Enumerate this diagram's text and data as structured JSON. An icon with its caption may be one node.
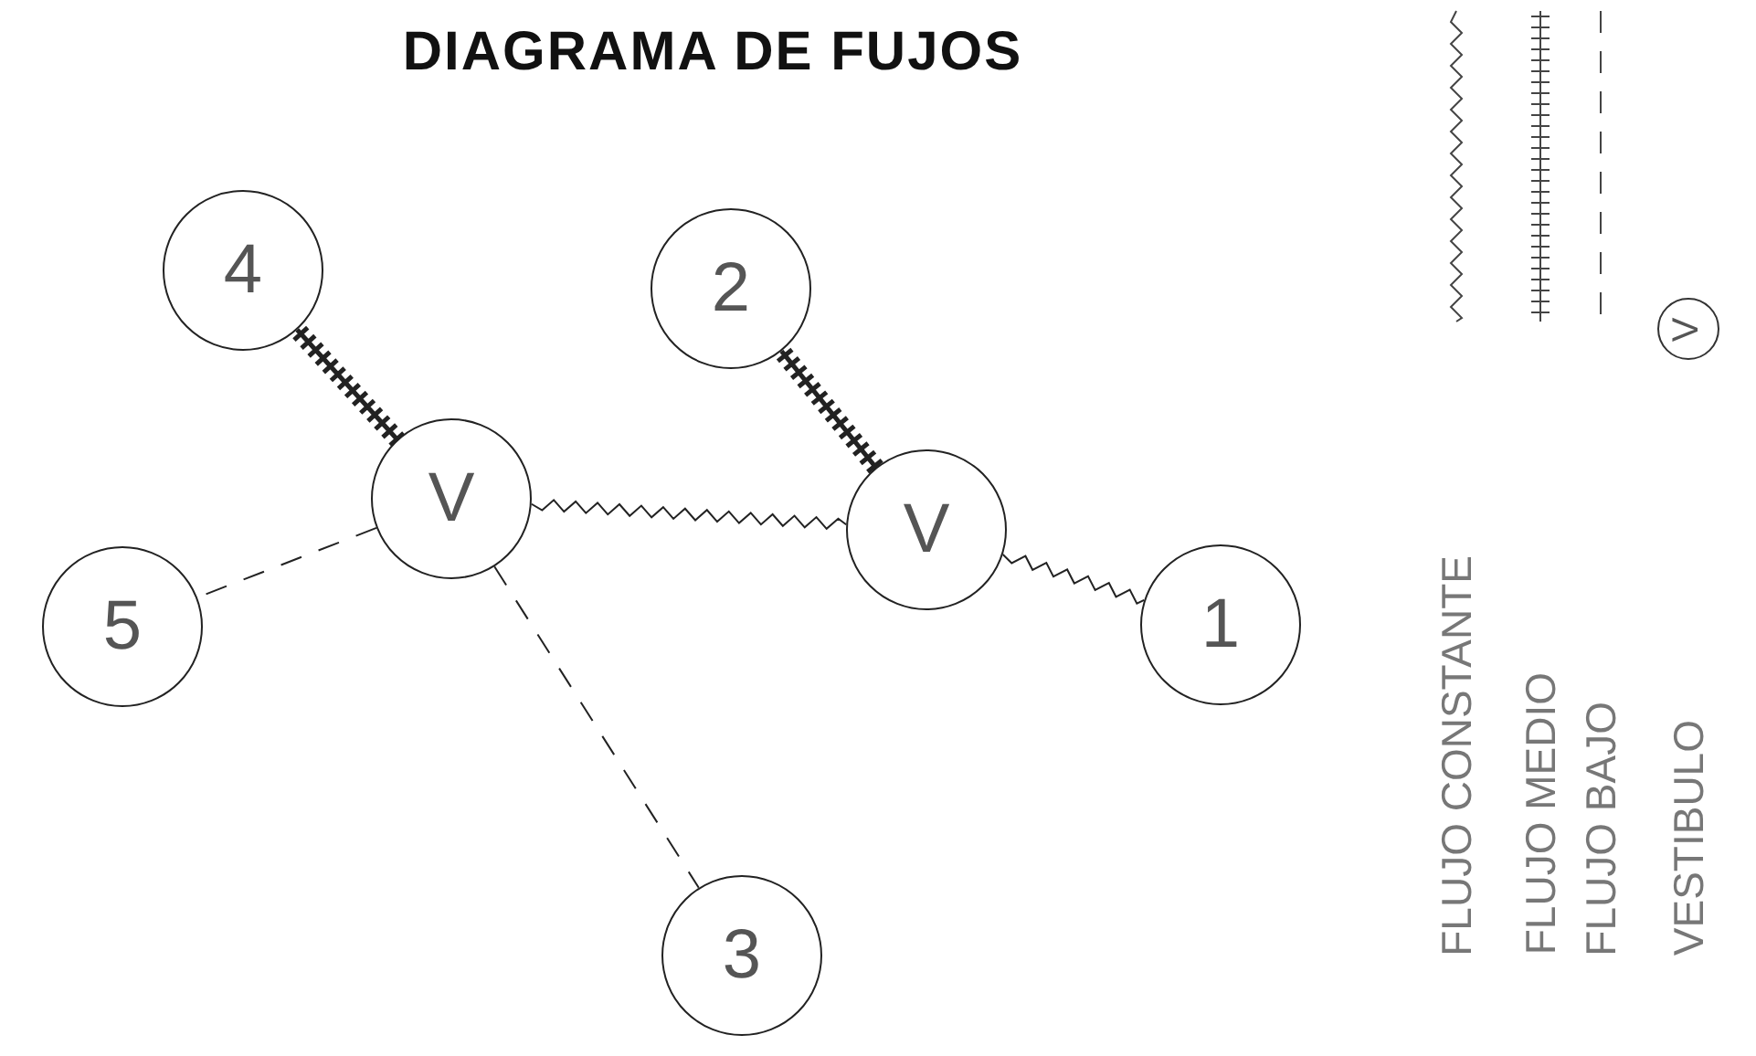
{
  "diagram": {
    "title": "DIAGRAMA DE FUJOS",
    "nodes": [
      {
        "text": [
          "4"
        ]
      },
      {
        "text": [
          "2"
        ]
      },
      {
        "text": [
          "V"
        ]
      },
      {
        "text": [
          "V"
        ]
      },
      {
        "text": [
          "5"
        ]
      },
      {
        "text": [
          "1"
        ]
      },
      {
        "text": [
          "3"
        ]
      }
    ],
    "edges": [
      {
        "from": 0,
        "to": 2,
        "arrow": "none",
        "style": "thick"
      },
      {
        "from": 1,
        "to": 3,
        "arrow": "none",
        "style": "thick"
      },
      {
        "from": 2,
        "to": 3,
        "arrow": "none"
      },
      {
        "from": 3,
        "to": 5,
        "arrow": "none"
      },
      {
        "from": 2,
        "to": 4,
        "arrow": "none",
        "style": "dashed"
      },
      {
        "from": 2,
        "to": 6,
        "arrow": "none",
        "style": "dashed"
      }
    ],
    "labels": [
      "V"
    ],
    "legend": [
      {
        "text": "FLUJO CONSTANTE"
      },
      {
        "text": "FLUJO MEDIO"
      },
      {
        "text": "FLUJO BAJO"
      },
      {
        "text": "VESTIBULO"
      }
    ]
  }
}
